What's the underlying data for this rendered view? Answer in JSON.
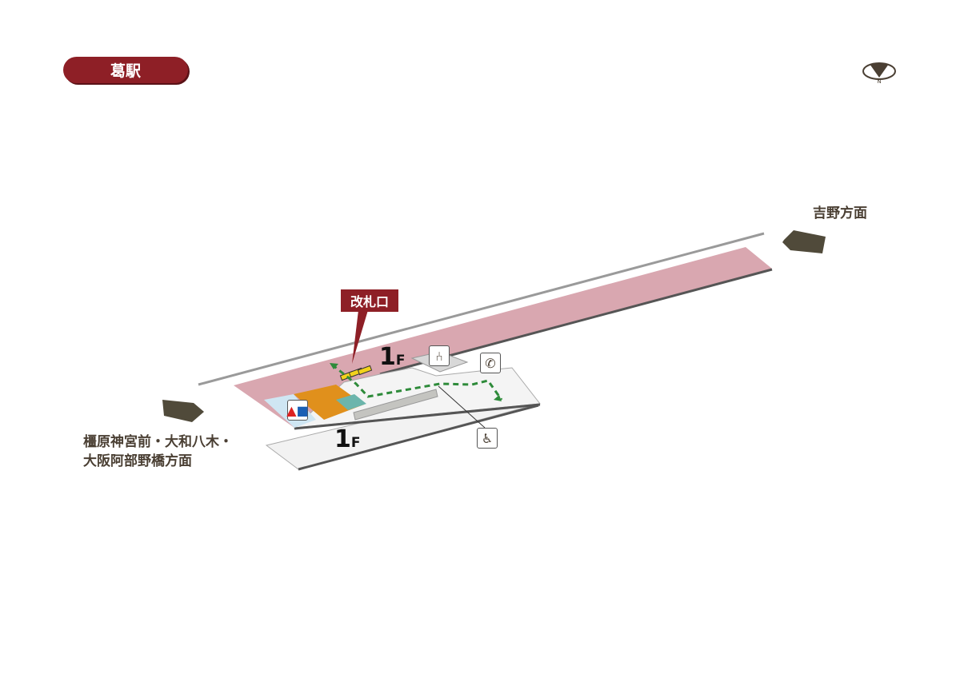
{
  "station": {
    "name": "葛駅"
  },
  "compass": {
    "label": "N"
  },
  "directions": {
    "right": "吉野方面",
    "left_line1": "橿原神宮前・大和八木・",
    "left_line2": "大阪阿部野橋方面"
  },
  "gate": {
    "label": "改札口"
  },
  "floors": {
    "upper": "1",
    "upper_suffix": "F",
    "lower": "1",
    "lower_suffix": "F"
  },
  "icons": {
    "toilet": "toilet-icon",
    "waiting": "waiting-room-icon",
    "phone": "phone-icon",
    "wheelchair": "wheelchair-slope-icon"
  },
  "colors": {
    "brand": "#8e1f26",
    "platform": "#d9a7b0",
    "route": "#2e8b3a",
    "shop": "#e0901c",
    "toilet_area": "#cfe6f3",
    "teal": "#6cb5ac"
  }
}
